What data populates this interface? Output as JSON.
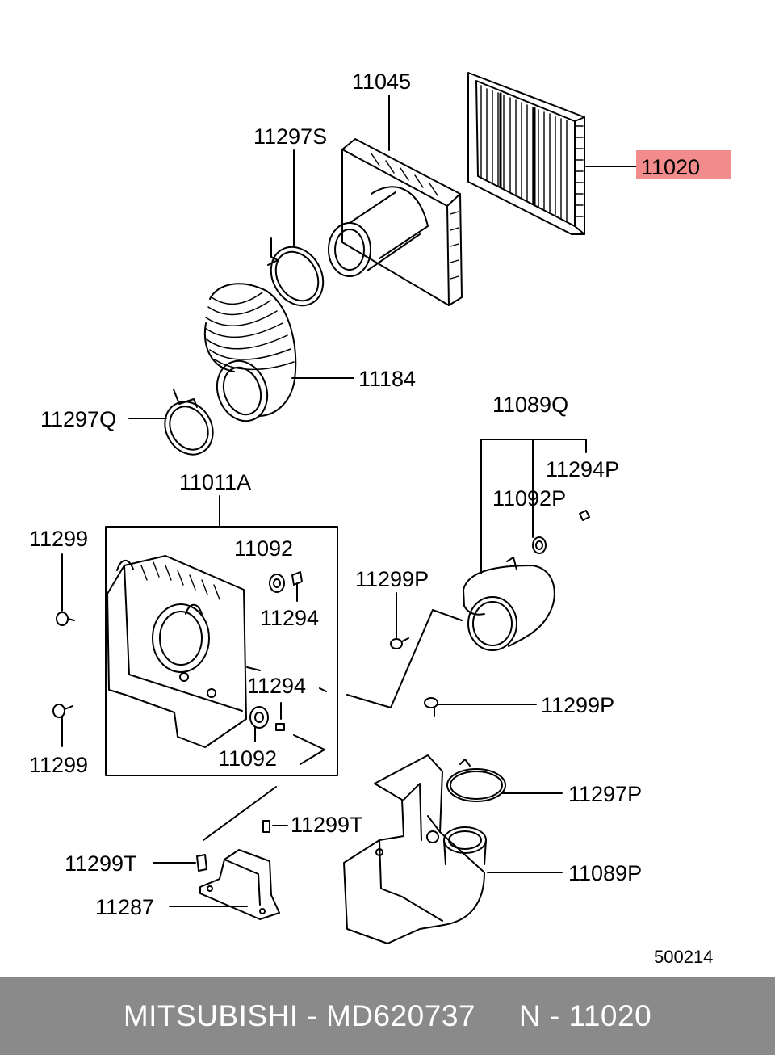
{
  "labels": {
    "p11045": "11045",
    "p11020": "11020",
    "p11297S": "11297S",
    "p11184": "11184",
    "p11297Q": "11297Q",
    "p11089Q": "11089Q",
    "p11294P": "11294P",
    "p11092P": "11092P",
    "p11011A": "11011A",
    "p11299_top": "11299",
    "p11092_top": "11092",
    "p11294_top": "11294",
    "p11299P_left": "11299P",
    "p11294_mid": "11294",
    "p11299P_right": "11299P",
    "p11299_bottom": "11299",
    "p11092_bottom": "11092",
    "p11297P": "11297P",
    "p11299T_right": "11299T",
    "p11299T_left": "11299T",
    "p11089P": "11089P",
    "p11287": "11287",
    "diagram_id": "500214"
  },
  "highlight": {
    "part": "11020",
    "color": "#f28b8b"
  },
  "footer": {
    "brand": "MITSUBISHI",
    "sep": " - ",
    "part_number": "MD620737",
    "gap": "     ",
    "ref_prefix": "N - ",
    "ref_number": "11020"
  }
}
